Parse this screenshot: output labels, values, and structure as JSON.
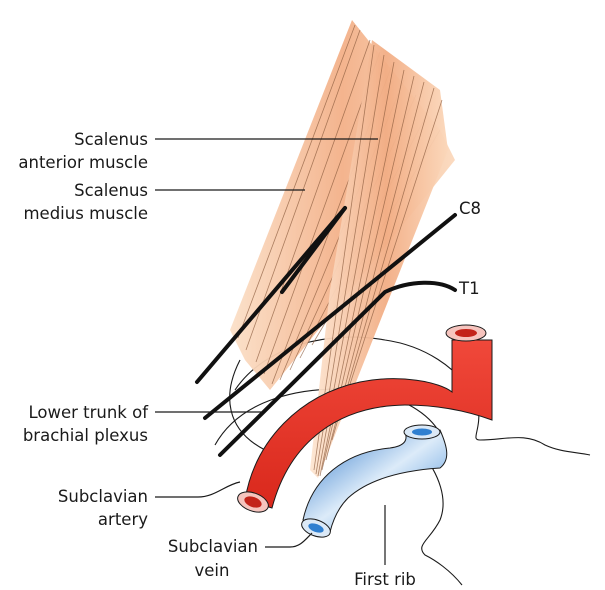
{
  "labels": {
    "scalenus_anterior_line1": "Scalenus",
    "scalenus_anterior_line2": "anterior muscle",
    "scalenus_medius_line1": "Scalenus",
    "scalenus_medius_line2": "medius muscle",
    "c8": "C8",
    "t1": "T1",
    "lower_trunk_line1": "Lower trunk of",
    "lower_trunk_line2": "brachial plexus",
    "subclavian_artery_line1": "Subclavian",
    "subclavian_artery_line2": "artery",
    "subclavian_vein_line1": "Subclavian",
    "subclavian_vein_line2": "vein",
    "first_rib": "First rib"
  },
  "colors": {
    "muscle_light": "#fde3cc",
    "muscle_mid": "#f5b48c",
    "muscle_dark": "#e89a6e",
    "artery": "#e8362a",
    "artery_dark": "#b51f17",
    "vein": "#2f7fd0",
    "vein_light": "#e6f1fb",
    "nerve": "#111111"
  }
}
